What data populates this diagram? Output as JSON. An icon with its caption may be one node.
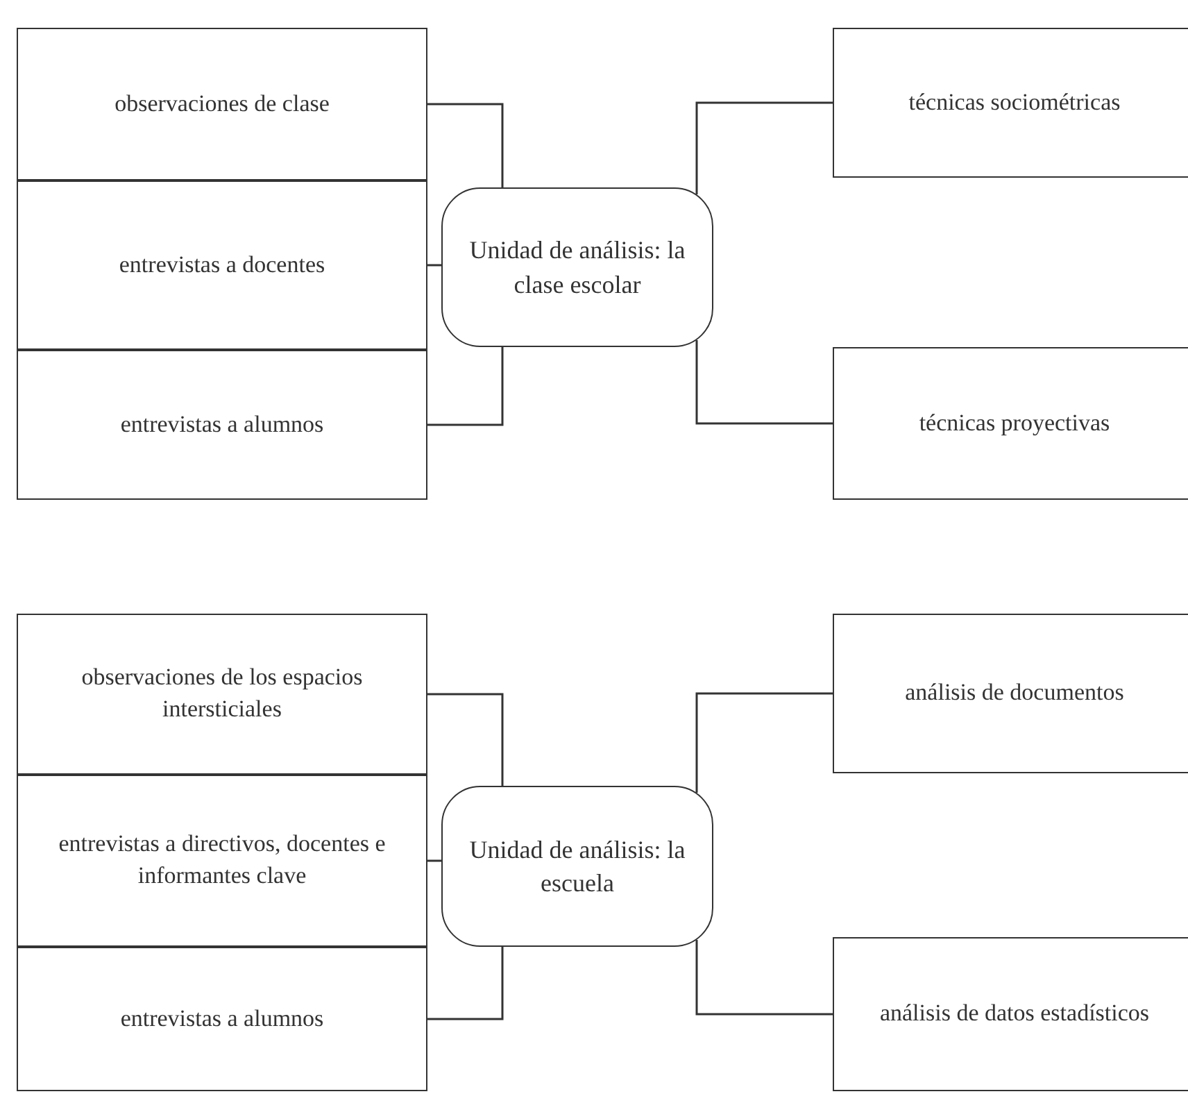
{
  "diagram": {
    "nodes": [
      {
        "text": [
          "observaciones de clase"
        ]
      },
      {
        "text": [
          "entrevistas a docentes"
        ]
      },
      {
        "text": [
          "entrevistas a alumnos"
        ]
      },
      {
        "text": [
          "Unidad de análisis: la clase escolar"
        ]
      },
      {
        "text": [
          "técnicas sociométricas"
        ]
      },
      {
        "text": [
          "técnicas proyectivas"
        ]
      },
      {
        "text": [
          "observaciones de los espacios intersticiales"
        ]
      },
      {
        "text": [
          "entrevistas a directivos, docentes e informantes clave"
        ]
      },
      {
        "text": [
          "entrevistas a alumnos"
        ]
      },
      {
        "text": [
          "Unidad de análisis: la escuela"
        ]
      },
      {
        "text": [
          "análisis de documentos"
        ]
      },
      {
        "text": [
          "análisis de datos estadísticos"
        ]
      }
    ],
    "edges": [
      {
        "from": 3,
        "to": 0,
        "arrow": "none"
      },
      {
        "from": 3,
        "to": 1,
        "arrow": "none"
      },
      {
        "from": 3,
        "to": 2,
        "arrow": "none"
      },
      {
        "from": 3,
        "to": 4,
        "arrow": "none"
      },
      {
        "from": 3,
        "to": 5,
        "arrow": "none"
      },
      {
        "from": 9,
        "to": 6,
        "arrow": "none"
      },
      {
        "from": 9,
        "to": 7,
        "arrow": "none"
      },
      {
        "from": 9,
        "to": 8,
        "arrow": "none"
      },
      {
        "from": 9,
        "to": 10,
        "arrow": "none"
      },
      {
        "from": 9,
        "to": 11,
        "arrow": "none"
      }
    ]
  }
}
